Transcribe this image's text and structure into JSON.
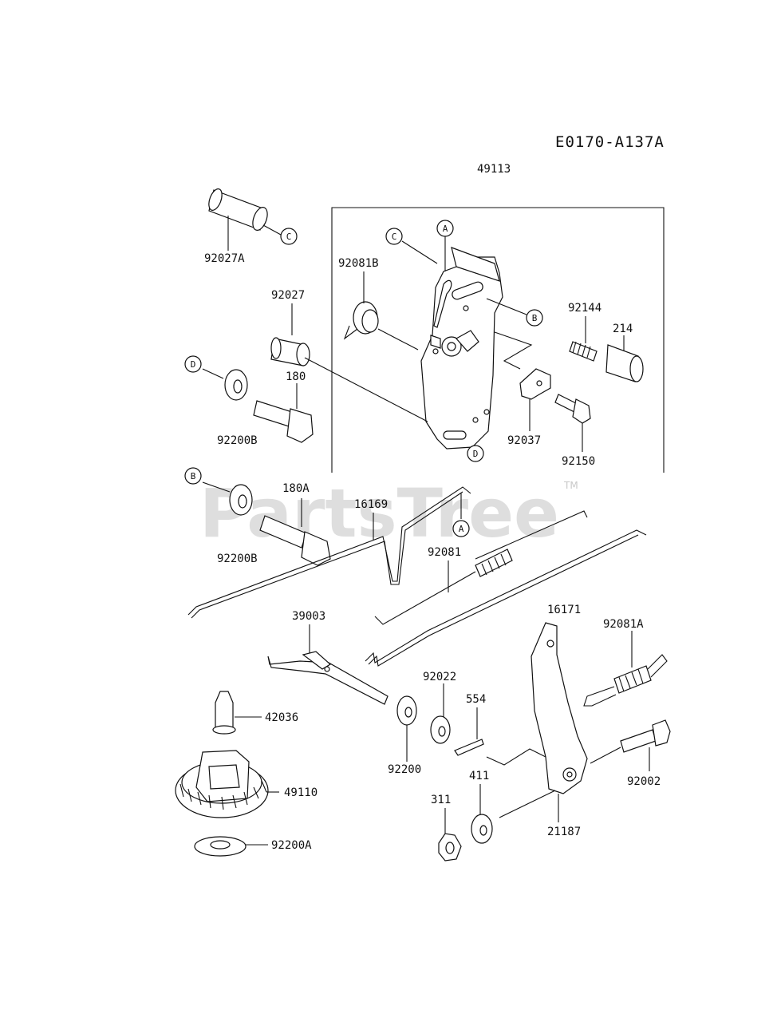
{
  "diagram_code": "E0170-A137A",
  "watermark": {
    "brand": "PartsTree",
    "trademark": "TM"
  },
  "callouts": [
    "A",
    "B",
    "C",
    "D"
  ],
  "parts": {
    "p49113": "49113",
    "p92027A": "92027A",
    "p92081B": "92081B",
    "p92027": "92027",
    "p92144": "92144",
    "p214": "214",
    "p180": "180",
    "p92200B_1": "92200B",
    "p92037": "92037",
    "p92150": "92150",
    "p180A": "180A",
    "p16169": "16169",
    "p92200B_2": "92200B",
    "p92081": "92081",
    "p39003": "39003",
    "p16171": "16171",
    "p92081A": "92081A",
    "p92022": "92022",
    "p554": "554",
    "p42036": "42036",
    "p92200": "92200",
    "p92002": "92002",
    "p49110": "49110",
    "p411": "411",
    "p311": "311",
    "p21187": "21187",
    "p92200A": "92200A"
  }
}
